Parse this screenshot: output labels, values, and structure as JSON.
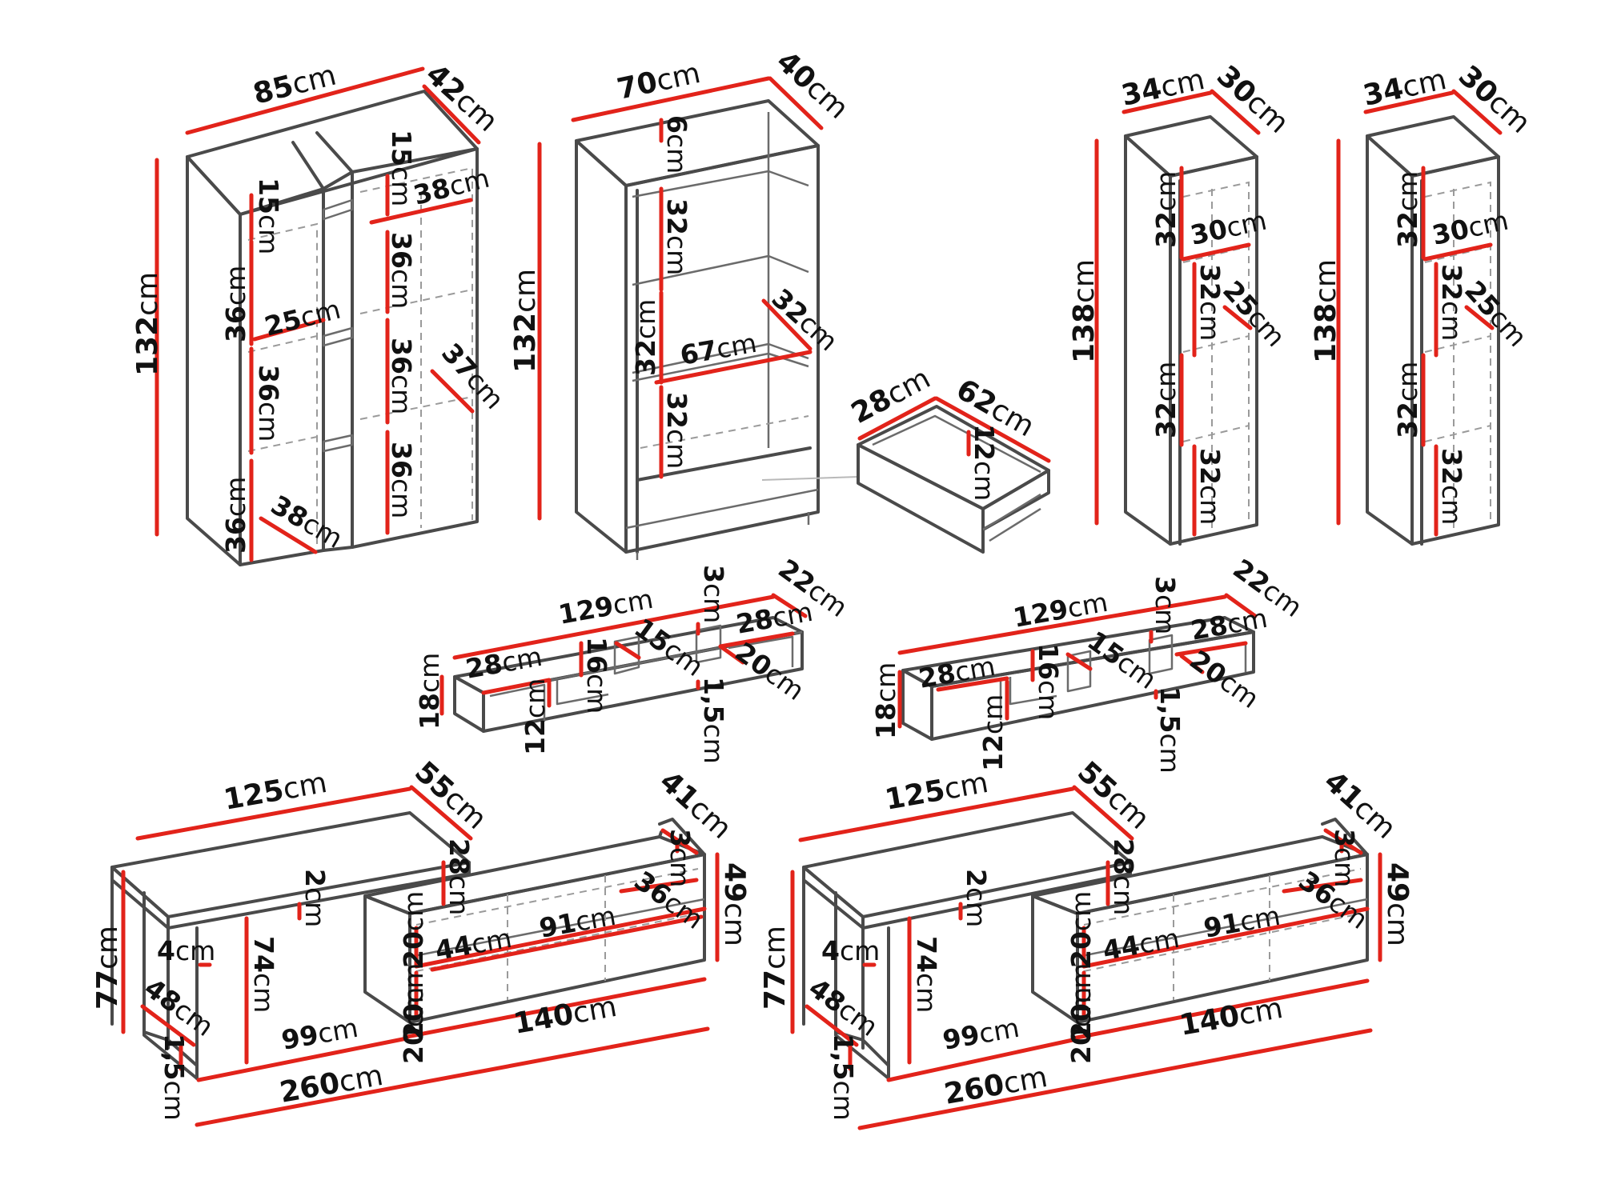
{
  "colors": {
    "dimension": "#e2231a",
    "outline": "#4a4a4a",
    "hidden_line": "#9a9a9a",
    "text": "#111111"
  },
  "unit": "cm",
  "labels": {
    "cab1_w": {
      "n": "85",
      "u": "cm"
    },
    "cab1_d": {
      "n": "42",
      "u": "cm"
    },
    "cab1_h": {
      "n": "132",
      "u": "cm"
    },
    "cab1_l15": {
      "n": "15",
      "u": "cm"
    },
    "cab1_l36a": {
      "n": "36",
      "u": "cm"
    },
    "cab1_l25": {
      "n": "25",
      "u": "cm"
    },
    "cab1_l36b": {
      "n": "36",
      "u": "cm"
    },
    "cab1_l36c": {
      "n": "36",
      "u": "cm"
    },
    "cab1_l38b": {
      "n": "38",
      "u": "cm"
    },
    "cab1_r15": {
      "n": "15",
      "u": "cm"
    },
    "cab1_r38": {
      "n": "38",
      "u": "cm"
    },
    "cab1_r36a": {
      "n": "36",
      "u": "cm"
    },
    "cab1_r36b": {
      "n": "36",
      "u": "cm"
    },
    "cab1_r37": {
      "n": "37",
      "u": "cm"
    },
    "cab1_r36c": {
      "n": "36",
      "u": "cm"
    },
    "cab2_w": {
      "n": "70",
      "u": "cm"
    },
    "cab2_d": {
      "n": "40",
      "u": "cm"
    },
    "cab2_h": {
      "n": "132",
      "u": "cm"
    },
    "cab2_s6": {
      "n": "6",
      "u": "cm"
    },
    "cab2_s32a": {
      "n": "32",
      "u": "cm"
    },
    "cab2_s32b": {
      "n": "32",
      "u": "cm"
    },
    "cab2_s67": {
      "n": "67",
      "u": "cm"
    },
    "cab2_s32d": {
      "n": "32",
      "u": "cm"
    },
    "cab2_s32c": {
      "n": "32",
      "u": "cm"
    },
    "drw_w": {
      "n": "28",
      "u": "cm"
    },
    "drw_d": {
      "n": "62",
      "u": "cm"
    },
    "drw_h": {
      "n": "12",
      "u": "cm"
    },
    "col1_w": {
      "n": "34",
      "u": "cm"
    },
    "col1_d": {
      "n": "30",
      "u": "cm"
    },
    "col1_h": {
      "n": "138",
      "u": "cm"
    },
    "col1_a": {
      "n": "32",
      "u": "cm"
    },
    "col1_b": {
      "n": "30",
      "u": "cm"
    },
    "col1_c": {
      "n": "32",
      "u": "cm"
    },
    "col1_e": {
      "n": "25",
      "u": "cm"
    },
    "col1_f": {
      "n": "32",
      "u": "cm"
    },
    "col1_g": {
      "n": "32",
      "u": "cm"
    },
    "col2_w": {
      "n": "34",
      "u": "cm"
    },
    "col2_d": {
      "n": "30",
      "u": "cm"
    },
    "col2_h": {
      "n": "138",
      "u": "cm"
    },
    "col2_a": {
      "n": "32",
      "u": "cm"
    },
    "col2_b": {
      "n": "30",
      "u": "cm"
    },
    "col2_c": {
      "n": "32",
      "u": "cm"
    },
    "col2_e": {
      "n": "25",
      "u": "cm"
    },
    "col2_f": {
      "n": "32",
      "u": "cm"
    },
    "col2_g": {
      "n": "32",
      "u": "cm"
    },
    "wall1_w": {
      "n": "129",
      "u": "cm"
    },
    "wall1_d": {
      "n": "22",
      "u": "cm"
    },
    "wall1_h": {
      "n": "18",
      "u": "cm"
    },
    "wall1_a": {
      "n": "28",
      "u": "cm"
    },
    "wall1_b": {
      "n": "12",
      "u": "cm"
    },
    "wall1_c": {
      "n": "16",
      "u": "cm"
    },
    "wall1_e": {
      "n": "15",
      "u": "cm"
    },
    "wall1_f": {
      "n": "3",
      "u": "cm"
    },
    "wall1_g": {
      "n": "28",
      "u": "cm"
    },
    "wall1_i": {
      "n": "20",
      "u": "cm"
    },
    "wall1_j": {
      "n": "1,5",
      "u": "cm"
    },
    "wall2_w": {
      "n": "129",
      "u": "cm"
    },
    "wall2_d": {
      "n": "22",
      "u": "cm"
    },
    "wall2_h": {
      "n": "18",
      "u": "cm"
    },
    "wall2_a": {
      "n": "28",
      "u": "cm"
    },
    "wall2_b": {
      "n": "12",
      "u": "cm"
    },
    "wall2_c": {
      "n": "16",
      "u": "cm"
    },
    "wall2_e": {
      "n": "15",
      "u": "cm"
    },
    "wall2_f": {
      "n": "3",
      "u": "cm"
    },
    "wall2_g": {
      "n": "28",
      "u": "cm"
    },
    "wall2_i": {
      "n": "20",
      "u": "cm"
    },
    "wall2_j": {
      "n": "1,5",
      "u": "cm"
    },
    "desk1_w": {
      "n": "125",
      "u": "cm"
    },
    "desk1_d": {
      "n": "55",
      "u": "cm"
    },
    "desk1_h": {
      "n": "77",
      "u": "cm"
    },
    "desk1_a": {
      "n": "4",
      "u": "cm"
    },
    "desk1_b": {
      "n": "48",
      "u": "cm"
    },
    "desk1_c": {
      "n": "1,5",
      "u": "cm"
    },
    "desk1_e": {
      "n": "2",
      "u": "cm"
    },
    "desk1_f": {
      "n": "74",
      "u": "cm"
    },
    "desk1_g": {
      "n": "99",
      "u": "cm"
    },
    "desk1_i": {
      "n": "260",
      "u": "cm"
    },
    "desk1_j": {
      "n": "28",
      "u": "cm"
    },
    "desk1_k": {
      "n": "20",
      "u": "cm"
    },
    "desk1_l": {
      "n": "20",
      "u": "cm"
    },
    "desk1_m": {
      "n": "20",
      "u": "cm"
    },
    "desk1_o": {
      "n": "44",
      "u": "cm"
    },
    "desk1_p": {
      "n": "91",
      "u": "cm"
    },
    "desk1_q": {
      "n": "140",
      "u": "cm"
    },
    "desk1_r": {
      "n": "3",
      "u": "cm"
    },
    "desk1_s": {
      "n": "36",
      "u": "cm"
    },
    "desk1_t": {
      "n": "41",
      "u": "cm"
    },
    "desk1_v": {
      "n": "49",
      "u": "cm"
    },
    "desk2_w": {
      "n": "125",
      "u": "cm"
    },
    "desk2_d": {
      "n": "55",
      "u": "cm"
    },
    "desk2_h": {
      "n": "77",
      "u": "cm"
    },
    "desk2_a": {
      "n": "4",
      "u": "cm"
    },
    "desk2_b": {
      "n": "48",
      "u": "cm"
    },
    "desk2_c": {
      "n": "1,5",
      "u": "cm"
    },
    "desk2_e": {
      "n": "2",
      "u": "cm"
    },
    "desk2_f": {
      "n": "74",
      "u": "cm"
    },
    "desk2_g": {
      "n": "99",
      "u": "cm"
    },
    "desk2_i": {
      "n": "260",
      "u": "cm"
    },
    "desk2_j": {
      "n": "28",
      "u": "cm"
    },
    "desk2_k": {
      "n": "20",
      "u": "cm"
    },
    "desk2_l": {
      "n": "20",
      "u": "cm"
    },
    "desk2_m": {
      "n": "20",
      "u": "cm"
    },
    "desk2_o": {
      "n": "44",
      "u": "cm"
    },
    "desk2_p": {
      "n": "91",
      "u": "cm"
    },
    "desk2_q": {
      "n": "140",
      "u": "cm"
    },
    "desk2_r": {
      "n": "3",
      "u": "cm"
    },
    "desk2_s": {
      "n": "36",
      "u": "cm"
    },
    "desk2_t": {
      "n": "41",
      "u": "cm"
    },
    "desk2_v": {
      "n": "49",
      "u": "cm"
    }
  }
}
